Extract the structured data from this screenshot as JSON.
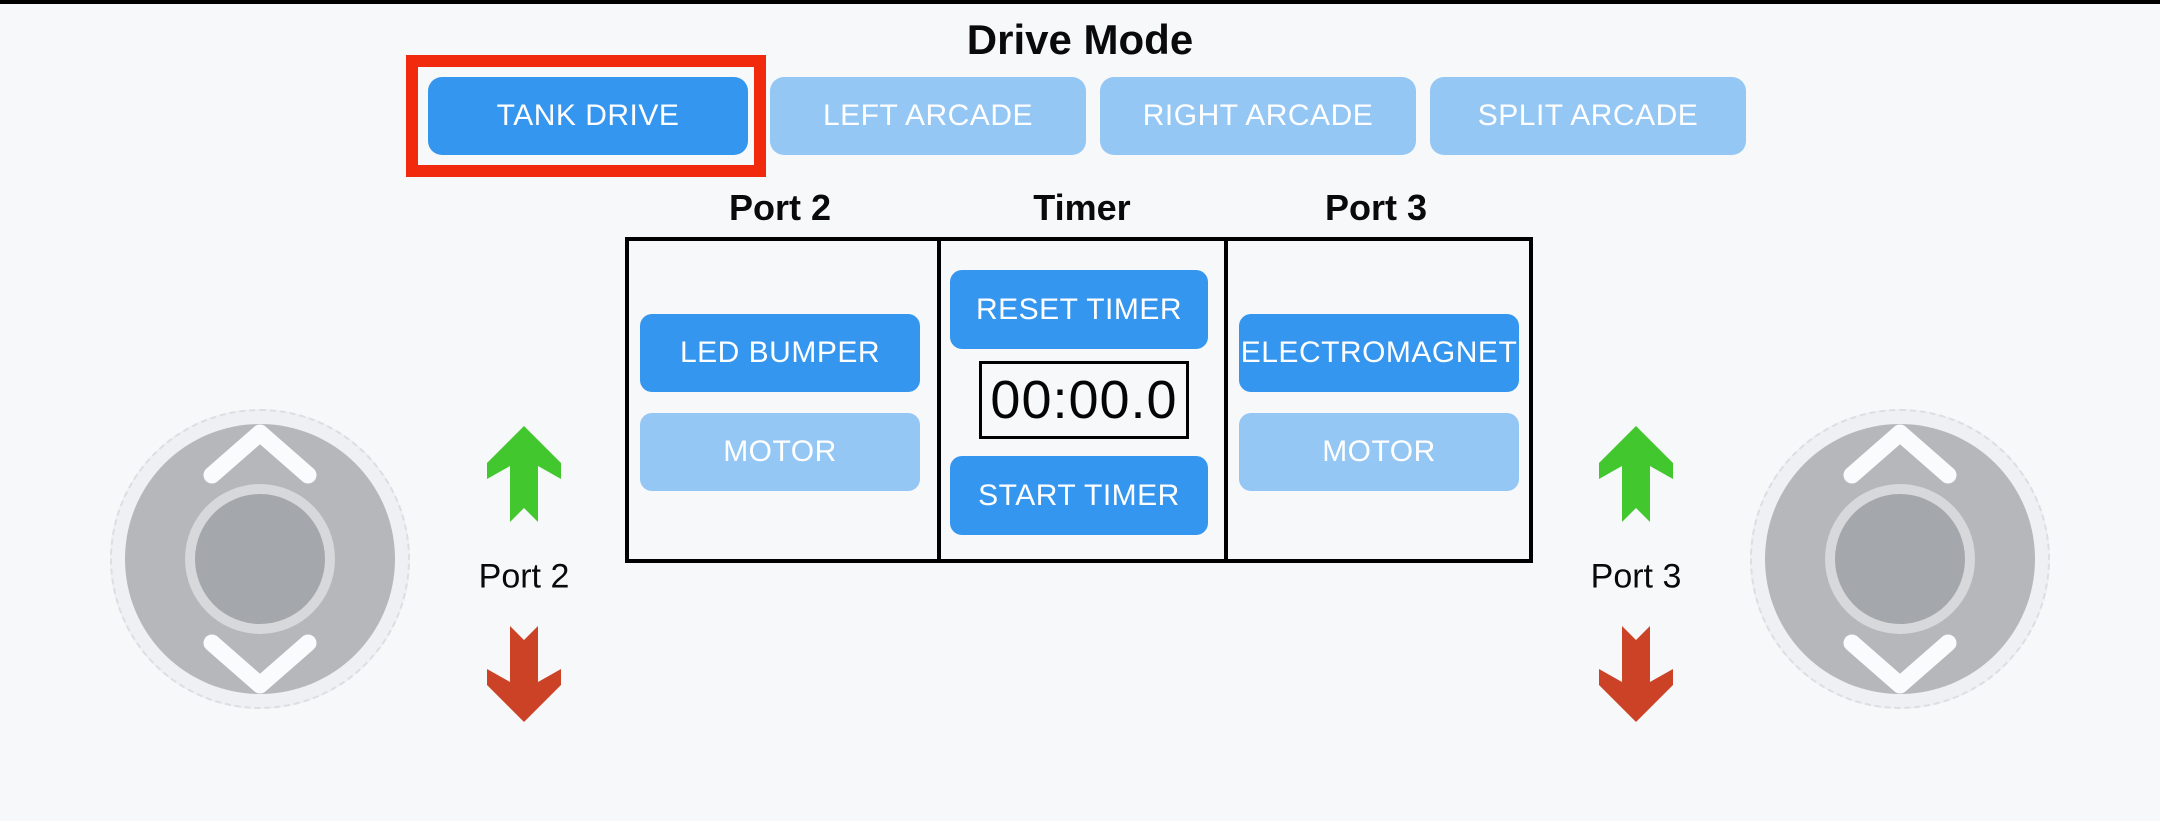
{
  "colors": {
    "primary_blue": "#3596f0",
    "light_blue": "#94c7f4",
    "highlight_red": "#f12a0e",
    "arrow_green": "#42c72e",
    "arrow_red": "#cc4226",
    "background": "#f7f8fa"
  },
  "drive_mode": {
    "title": "Drive Mode",
    "tank": "TANK DRIVE",
    "left_arcade": "LEFT ARCADE",
    "right_arcade": "RIGHT ARCADE",
    "split_arcade": "SPLIT ARCADE",
    "selected": "TANK DRIVE"
  },
  "panel": {
    "port2_header": "Port 2",
    "timer_header": "Timer",
    "port3_header": "Port 3",
    "port2_device": "LED BUMPER",
    "port2_motor": "MOTOR",
    "reset_timer": "RESET TIMER",
    "timer_display": "00:00.0",
    "start_timer": "START TIMER",
    "port3_device": "ELECTROMAGNET",
    "port3_motor": "MOTOR"
  },
  "left_joystick": {
    "port_label": "Port 2"
  },
  "right_joystick": {
    "port_label": "Port 3"
  }
}
